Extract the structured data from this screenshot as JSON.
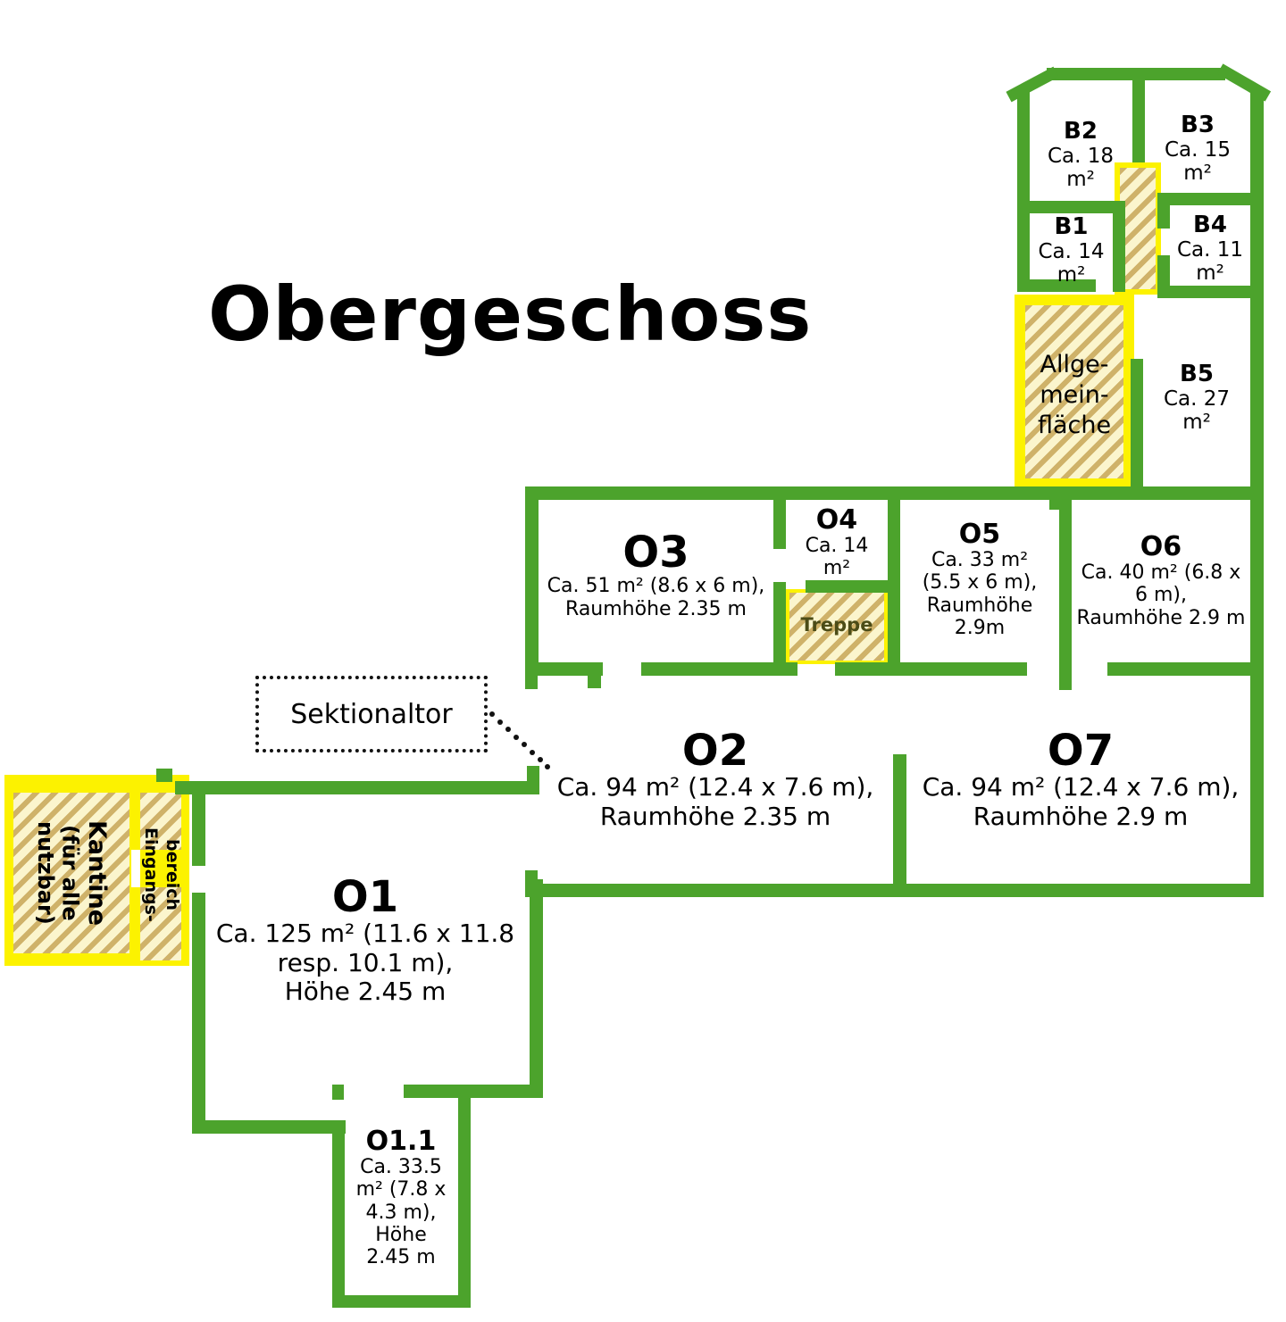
{
  "title": "Obergeschoss",
  "colors": {
    "wall": "#4ca32c",
    "yellow": "#fcf200",
    "hatch": "#cfb269",
    "hatchbg": "#fbf5cd",
    "ink": "#000000",
    "treppe_ink": "#4c4c17"
  },
  "callout": {
    "sektionaltor": "Sektionaltor"
  },
  "areas": {
    "kantine": {
      "line1": "Kantine",
      "line2": "(für alle",
      "line3": "nutzbar)"
    },
    "eingangsbereich": {
      "line1": "Eingangs-",
      "line2": "bereich"
    },
    "allgemeinflaeche": {
      "line1": "Allge-",
      "line2": "mein-",
      "line3": "fläche"
    },
    "treppe": {
      "label": "Treppe"
    }
  },
  "rooms": {
    "b1": {
      "name": "B1",
      "lines": [
        "Ca. 14",
        "m²"
      ]
    },
    "b2": {
      "name": "B2",
      "lines": [
        "Ca. 18",
        "m²"
      ]
    },
    "b3": {
      "name": "B3",
      "lines": [
        "Ca. 15",
        "m²"
      ]
    },
    "b4": {
      "name": "B4",
      "lines": [
        "Ca. 11",
        "m²"
      ]
    },
    "b5": {
      "name": "B5",
      "lines": [
        "Ca. 27",
        "m²"
      ]
    },
    "o1": {
      "name": "O1",
      "lines": [
        "Ca. 125 m² (11.6 x 11.8",
        "resp. 10.1 m),",
        "Höhe 2.45 m"
      ]
    },
    "o1_1": {
      "name": "O1.1",
      "lines": [
        "Ca. 33.5",
        "m² (7.8 x",
        "4.3 m),",
        "Höhe",
        "2.45 m"
      ]
    },
    "o2": {
      "name": "O2",
      "lines": [
        "Ca. 94 m² (12.4 x 7.6 m),",
        "Raumhöhe 2.35 m"
      ]
    },
    "o3": {
      "name": "O3",
      "lines": [
        "Ca. 51 m² (8.6 x 6 m),",
        "Raumhöhe 2.35 m"
      ]
    },
    "o4": {
      "name": "O4",
      "lines": [
        "Ca. 14",
        "m²"
      ]
    },
    "o5": {
      "name": "O5",
      "lines": [
        "Ca. 33 m²",
        "(5.5 x 6 m),",
        "Raumhöhe",
        "2.9m"
      ]
    },
    "o6": {
      "name": "O6",
      "lines": [
        "Ca. 40 m² (6.8 x",
        "6 m),",
        "Raumhöhe 2.9 m"
      ]
    },
    "o7": {
      "name": "O7",
      "lines": [
        "Ca. 94 m² (12.4 x 7.6 m),",
        "Raumhöhe 2.9 m"
      ]
    }
  }
}
